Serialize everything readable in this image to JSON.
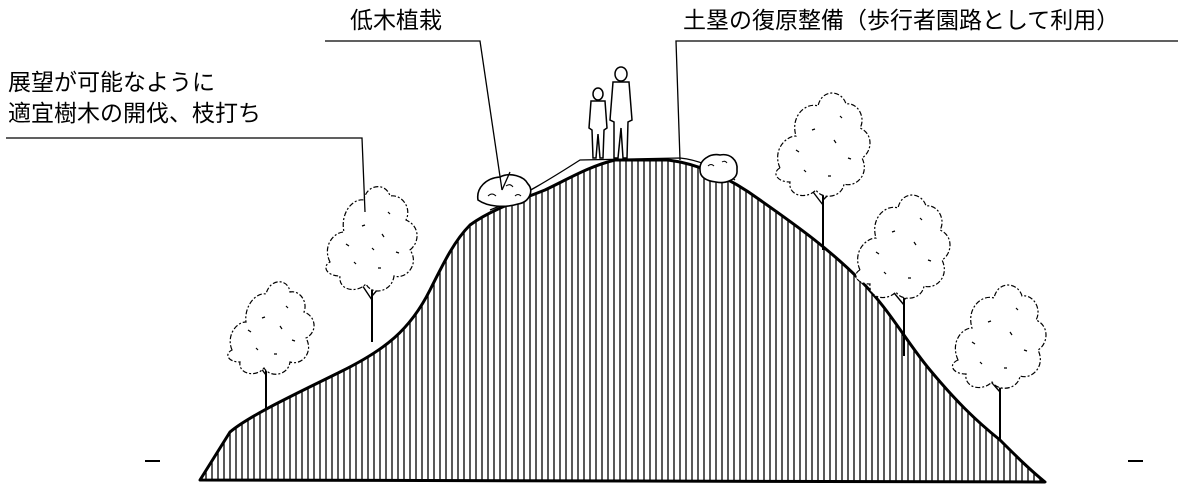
{
  "annotations": {
    "shrub_planting": "低木植栽",
    "mound_restoration": "土塁の復原整備（歩行者園路として利用）",
    "view_thinning": {
      "line1": "展望が可能なように",
      "line2": "適宜樹木の開伐、枝打ち"
    }
  },
  "colors": {
    "ink": "#000000",
    "paper": "#ffffff"
  },
  "icons": [
    "standing-people-icon",
    "deciduous-tree-icon",
    "shrub-icon"
  ]
}
